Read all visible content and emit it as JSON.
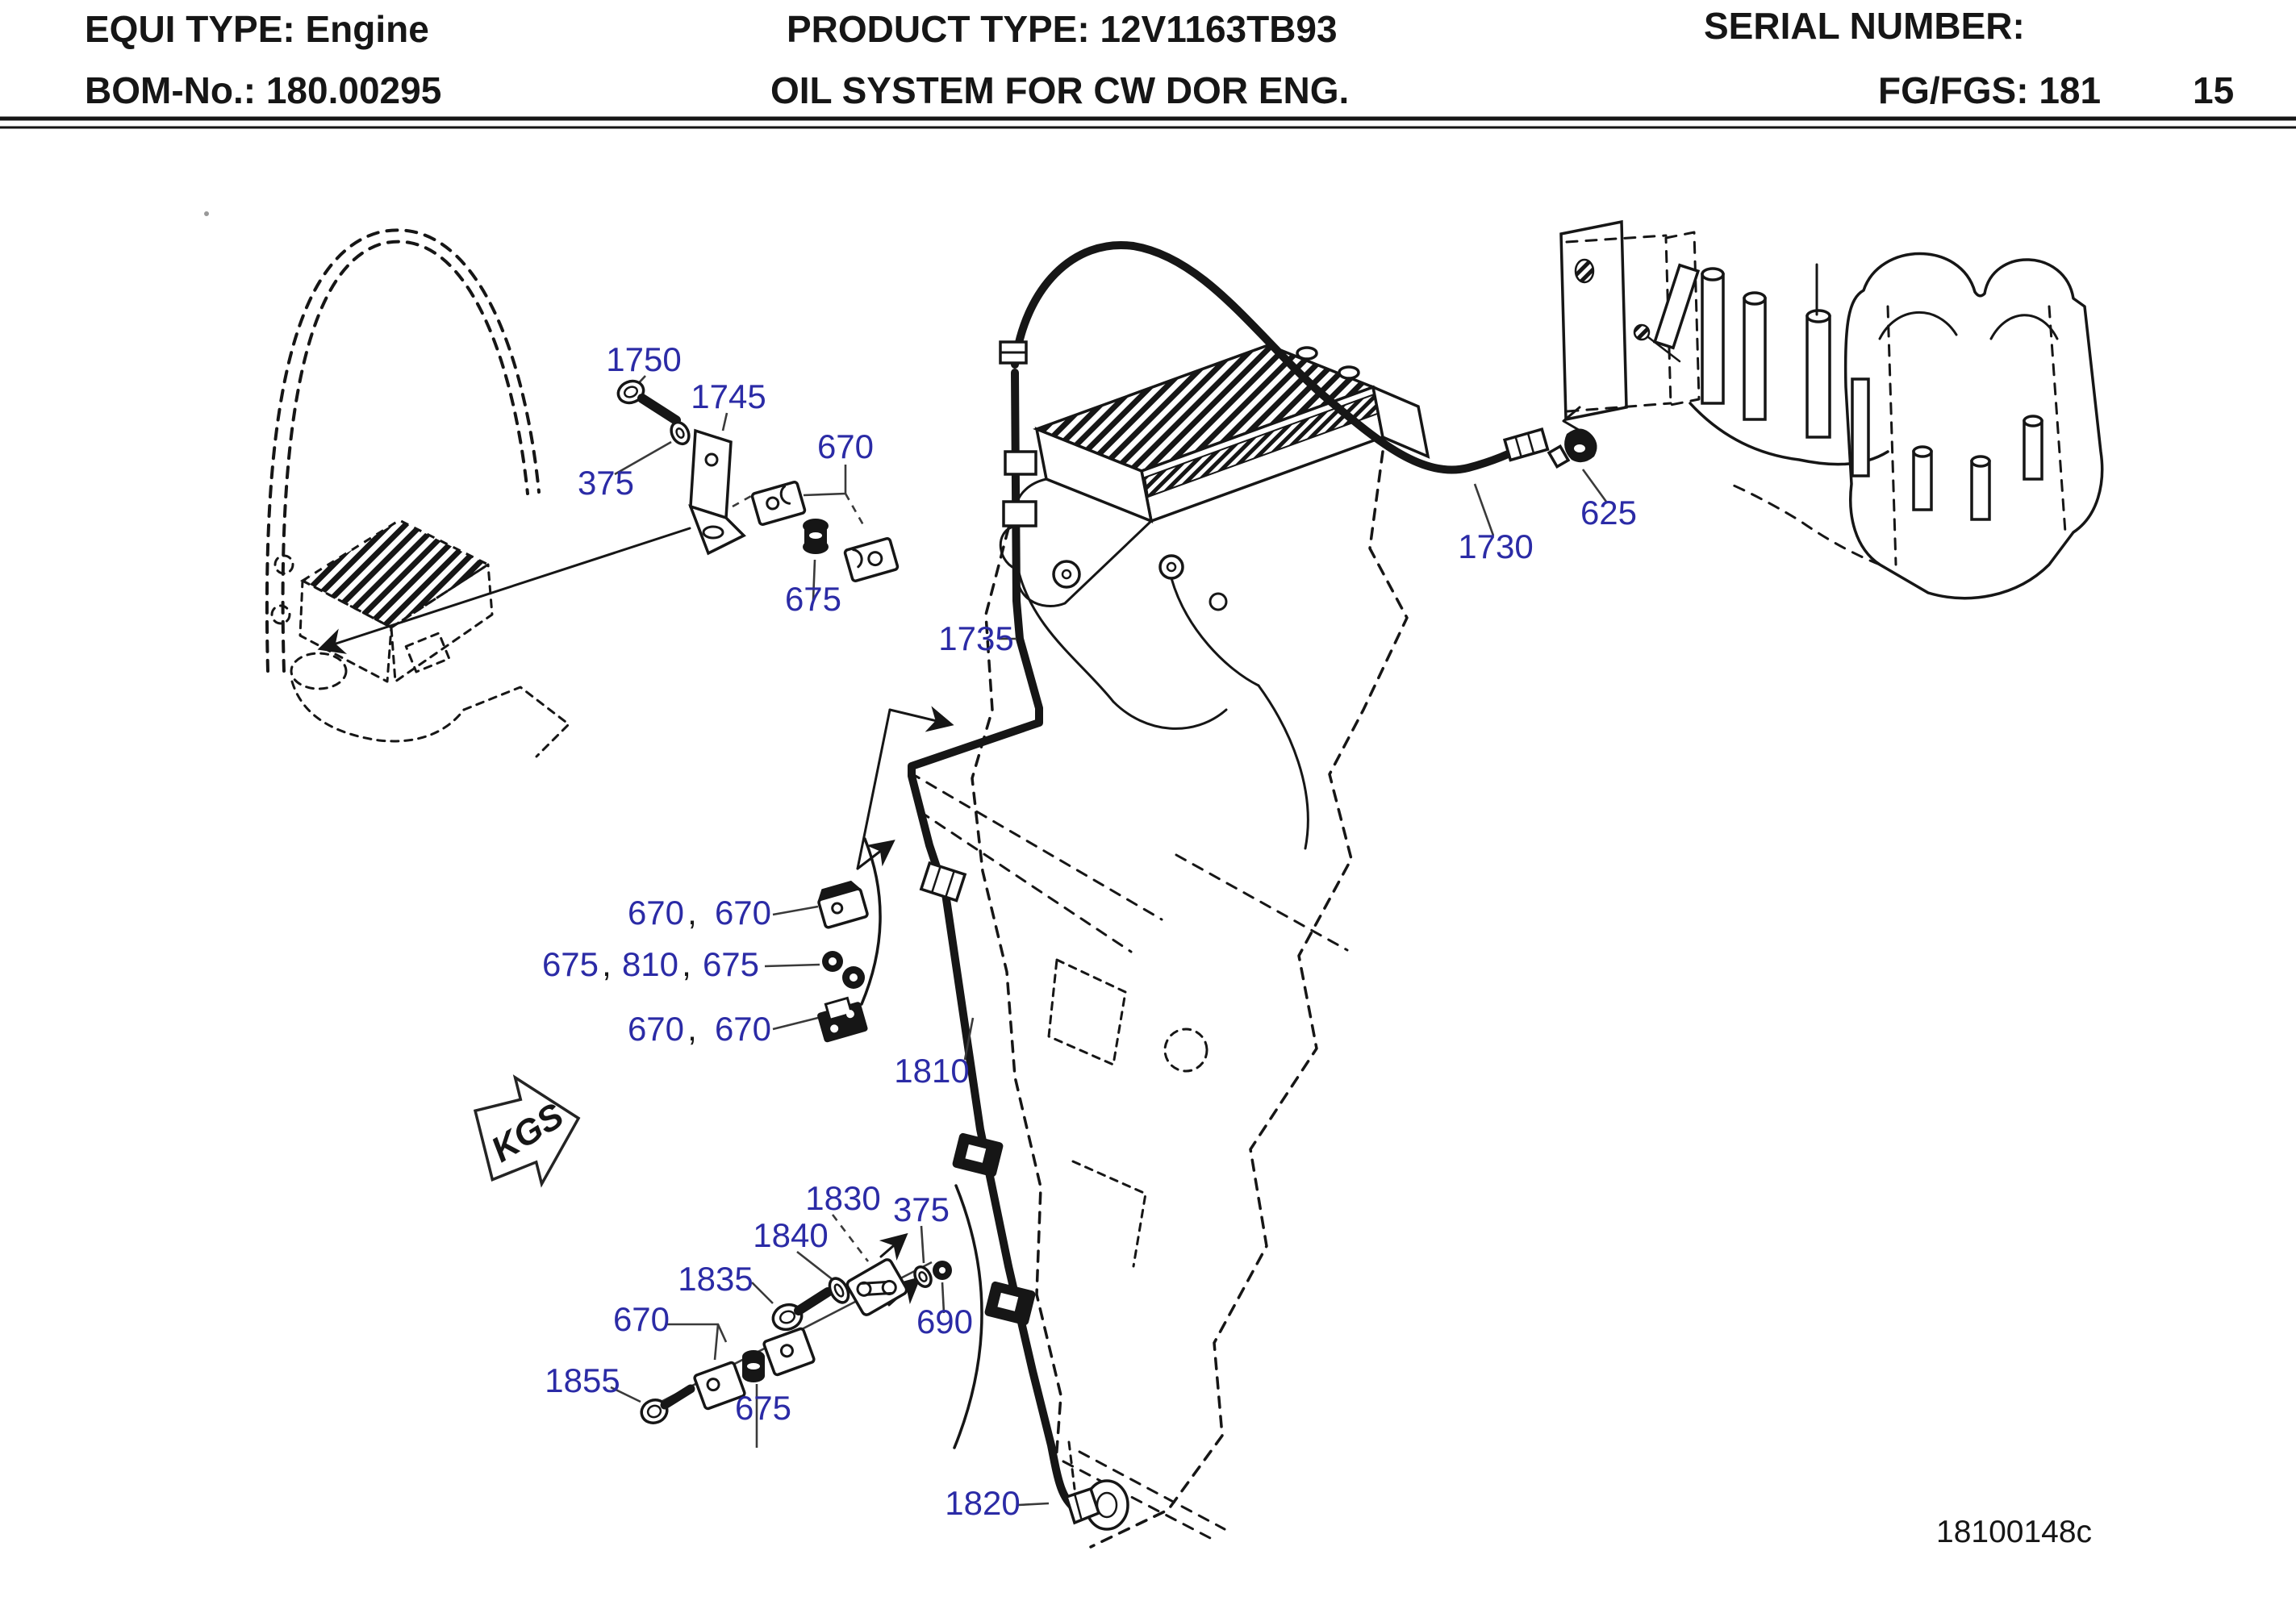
{
  "header": {
    "equi": "EQUI TYPE: Engine",
    "product": "PRODUCT TYPE: 12V1163TB93",
    "serial": "SERIAL NUMBER:",
    "bom": "BOM-No.: 180.00295",
    "system": "OIL SYSTEM FOR CW DOR ENG.",
    "fg": "FG/FGS: 181",
    "page": "15"
  },
  "diagram": {
    "drawing_number": "18100148c",
    "stamp": "KGS",
    "label_color": "#2b2ba6",
    "line_color": "#161616",
    "labels": [
      {
        "part": "1750",
        "text": "1750"
      },
      {
        "part": "1745",
        "text": "1745"
      },
      {
        "part": "375",
        "text": "375"
      },
      {
        "part": "670",
        "text": "670"
      },
      {
        "part": "675",
        "text": "675"
      },
      {
        "part": "1735",
        "text": "1735"
      },
      {
        "part": "1730",
        "text": "1730"
      },
      {
        "part": "625",
        "text": "625"
      },
      {
        "part": "670",
        "text": "670"
      },
      {
        "part": "separator",
        "text": ","
      },
      {
        "part": "670",
        "text": "670"
      },
      {
        "part": "675",
        "text": "675"
      },
      {
        "part": "separator",
        "text": ","
      },
      {
        "part": "810",
        "text": "810"
      },
      {
        "part": "separator",
        "text": ","
      },
      {
        "part": "675",
        "text": "675"
      },
      {
        "part": "670",
        "text": "670"
      },
      {
        "part": "separator",
        "text": ","
      },
      {
        "part": "670",
        "text": "670"
      },
      {
        "part": "1810",
        "text": "1810"
      },
      {
        "part": "1830",
        "text": "1830"
      },
      {
        "part": "375",
        "text": "375"
      },
      {
        "part": "1840",
        "text": "1840"
      },
      {
        "part": "1835",
        "text": "1835"
      },
      {
        "part": "670",
        "text": "670"
      },
      {
        "part": "690",
        "text": "690"
      },
      {
        "part": "1855",
        "text": "1855"
      },
      {
        "part": "675",
        "text": "675"
      },
      {
        "part": "1820",
        "text": "1820"
      }
    ]
  }
}
